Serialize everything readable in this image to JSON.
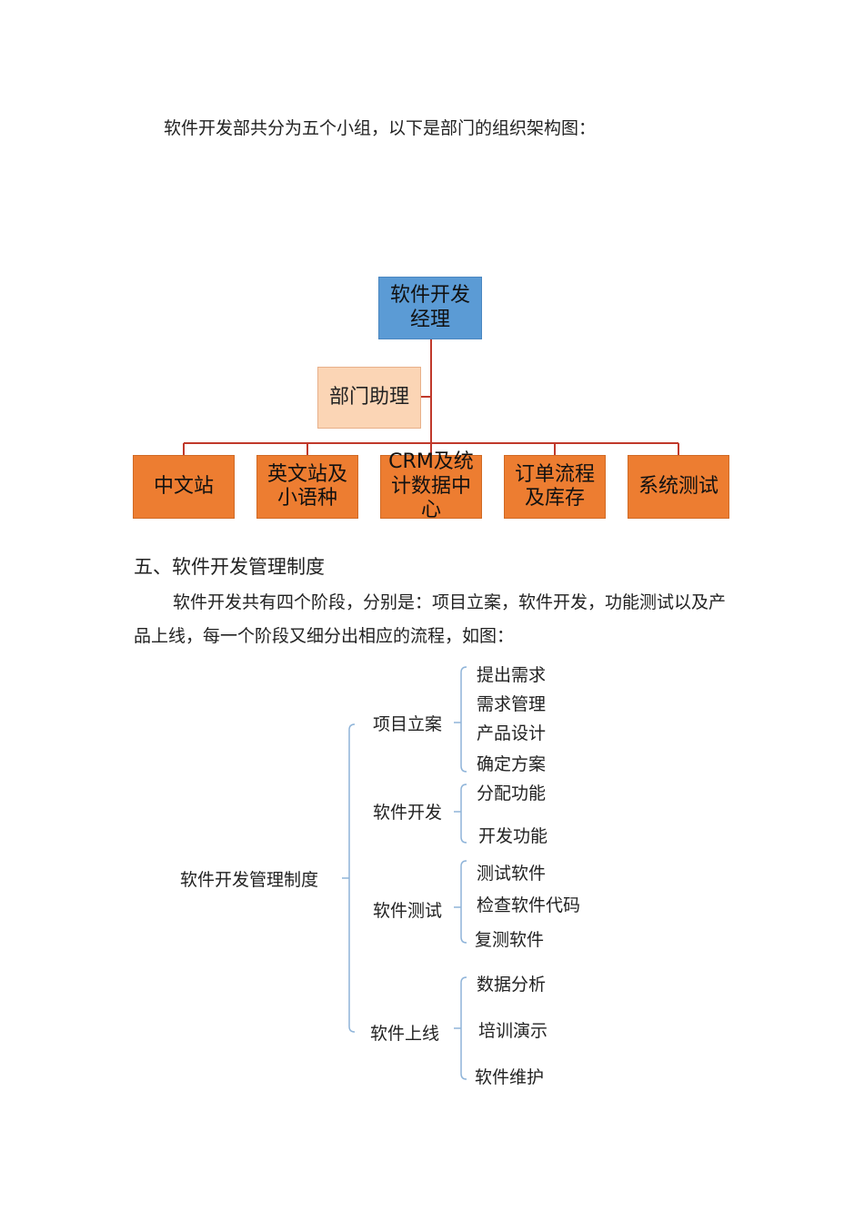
{
  "intro_text": "软件开发部共分为五个小组，以下是部门的组织架构图：",
  "org_chart": {
    "manager": "软件开发经理",
    "assistant": "部门助理",
    "teams": [
      "中文站",
      "英文站及小语种",
      "CRM及统计数据中心",
      "订单流程及库存",
      "系统测试"
    ]
  },
  "section_heading": "五、软件开发管理制度",
  "section_para_line1": "软件开发共有四个阶段，分别是：项目立案，软件开发，功能测试以及产",
  "section_para_line2": "品上线，每一个阶段又细分出相应的流程，如图：",
  "tree": {
    "root": "软件开发管理制度",
    "stages": [
      {
        "label": "项目立案",
        "steps": [
          "提出需求",
          "需求管理",
          "产品设计",
          "确定方案"
        ]
      },
      {
        "label": "软件开发",
        "steps": [
          "分配功能",
          "开发功能"
        ]
      },
      {
        "label": "软件测试",
        "steps": [
          "测试软件",
          "检查软件代码",
          "复测软件"
        ]
      },
      {
        "label": "软件上线",
        "steps": [
          "数据分析",
          "培训演示",
          "软件维护"
        ]
      }
    ]
  },
  "colors": {
    "manager_fill": "#5b9bd5",
    "assistant_fill": "#fbd5b5",
    "team_fill": "#ed7d31",
    "connector": "#c0392b",
    "bracket": "#8fb4d9"
  }
}
